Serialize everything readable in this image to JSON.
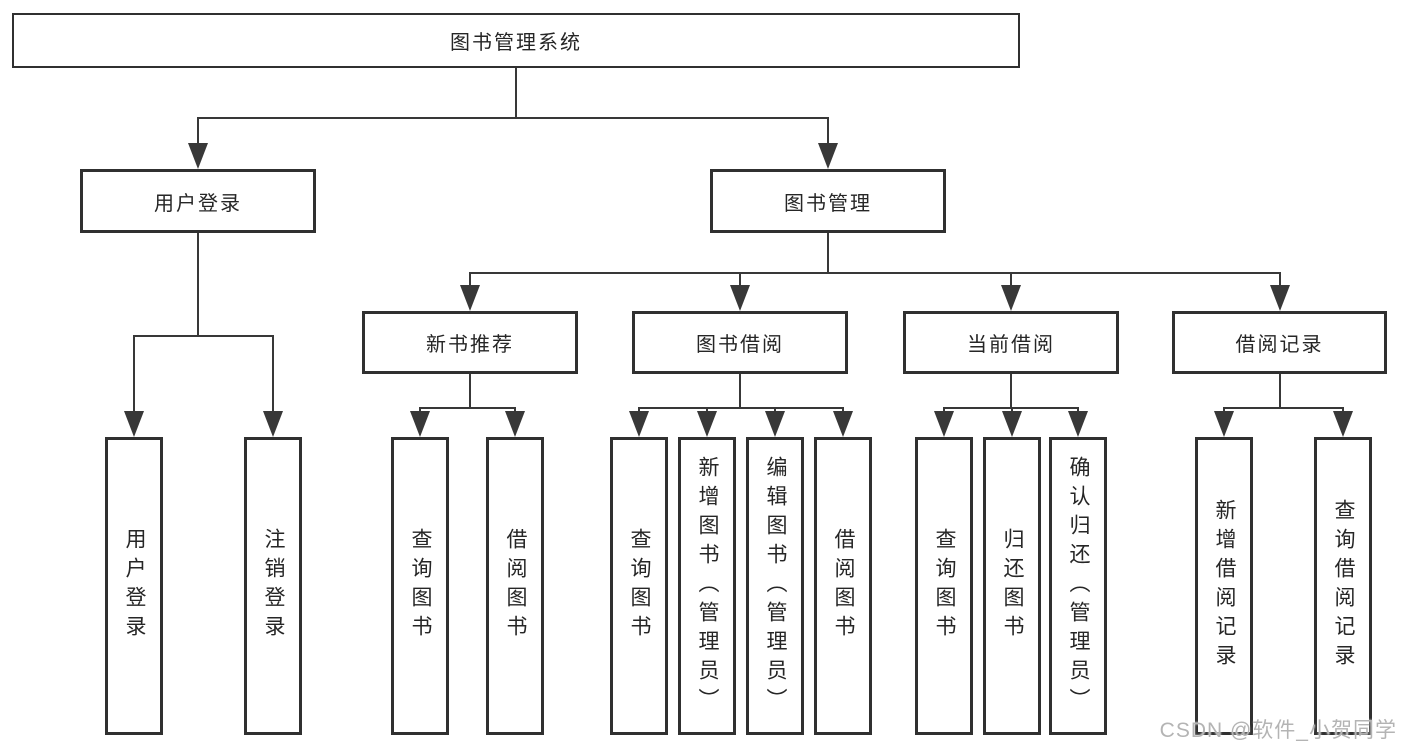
{
  "tree": {
    "label": "图书管理系统",
    "children": [
      {
        "label": "用户登录",
        "children": [
          {
            "label": "用户登录"
          },
          {
            "label": "注销登录"
          }
        ]
      },
      {
        "label": "图书管理",
        "children": [
          {
            "label": "新书推荐",
            "children": [
              {
                "label": "查询图书"
              },
              {
                "label": "借阅图书"
              }
            ]
          },
          {
            "label": "图书借阅",
            "children": [
              {
                "label": "查询图书"
              },
              {
                "label": "新增图书（管理员）"
              },
              {
                "label": "编辑图书（管理员）"
              },
              {
                "label": "借阅图书"
              }
            ]
          },
          {
            "label": "当前借阅",
            "children": [
              {
                "label": "查询图书"
              },
              {
                "label": "归还图书"
              },
              {
                "label": "确认归还（管理员）"
              }
            ]
          },
          {
            "label": "借阅记录",
            "children": [
              {
                "label": "新增借阅记录"
              },
              {
                "label": "查询借阅记录"
              }
            ]
          }
        ]
      }
    ]
  },
  "watermark": "CSDN @软件_小贺同学",
  "colors": {
    "background": "#ffffff",
    "box_border": "#303030",
    "connector_line": "#383838",
    "text": "#262626",
    "watermark": "#b4b4b4"
  }
}
